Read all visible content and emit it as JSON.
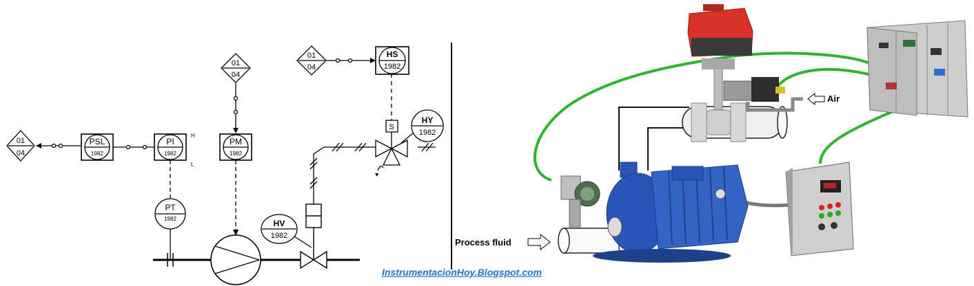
{
  "diagram": {
    "shared_number": "1982",
    "instruments": {
      "psl": "PSL",
      "pi": "PI",
      "pm": "PM",
      "pt": "PT",
      "hs": "HS",
      "hv": "HV",
      "hy": "HY",
      "solenoid": "S"
    },
    "pi_high_mark": "H",
    "pi_low_mark": "L",
    "interlocks": [
      {
        "top": "01",
        "bottom": "04"
      },
      {
        "top": "01",
        "bottom": "04"
      },
      {
        "top": "01",
        "bottom": "04"
      }
    ]
  },
  "photo": {
    "air_label": "Air",
    "process_fluid_label": "Process fluid"
  },
  "watermark": "InstrumentacionHoy.Blogspot.com",
  "colors": {
    "signal_cable": "#2db52d",
    "pump_blue": "#2a55b8",
    "actuator_red": "#d8322a",
    "panel_grey": "#c9c9c9",
    "watermark": "#1e73d2"
  }
}
